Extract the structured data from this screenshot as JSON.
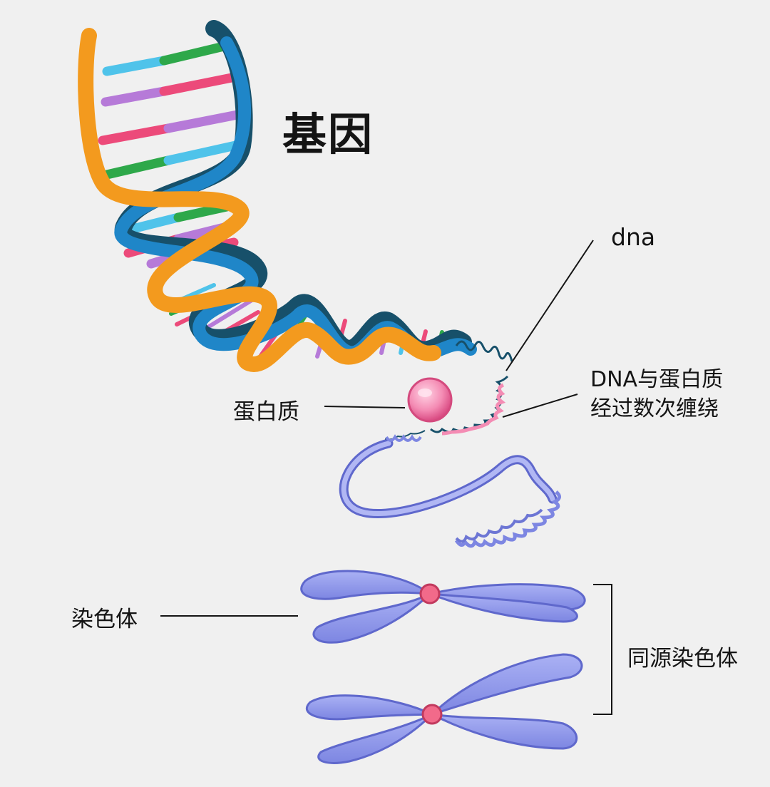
{
  "title": "基因",
  "labels": {
    "dna": "dna",
    "dna_protein_line1": "DNA与蛋白质",
    "dna_protein_line2": "经过数次缠绕",
    "protein": "蛋白质",
    "chromosome": "染色体",
    "homologous_chromosome": "同源染色体"
  },
  "colors": {
    "background": "#f0f0f0",
    "strand_orange": "#f39a1e",
    "strand_blue": "#1f86c8",
    "strand_teal": "#17506a",
    "base_cyan": "#4fc3ea",
    "base_green": "#2ea84a",
    "base_pink": "#ec4a7a",
    "base_violet": "#b67ad8",
    "protein_pink": "#f48cb4",
    "chromosome_blue": "#8c95ea",
    "centromere": "#f26a8a"
  }
}
